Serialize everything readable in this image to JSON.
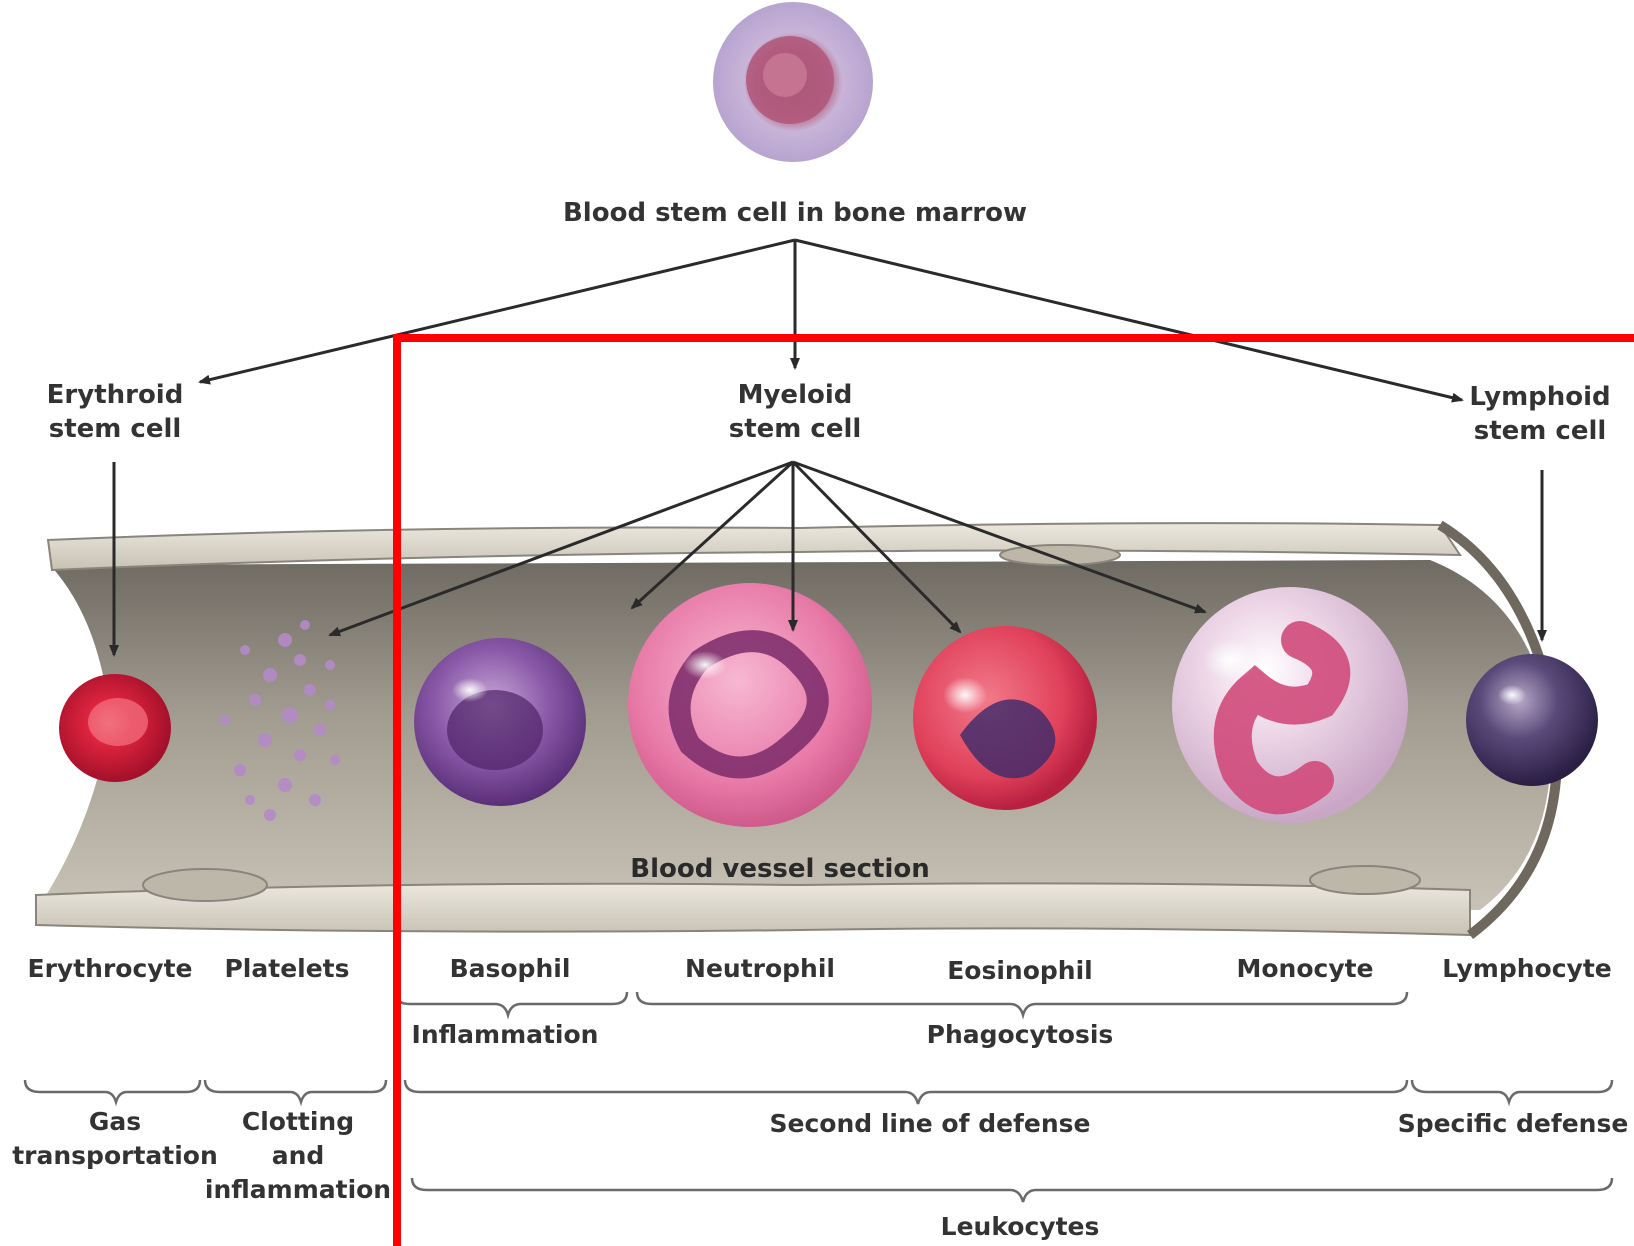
{
  "top": {
    "stem_cell": "Blood stem cell in bone marrow"
  },
  "stem_cells": {
    "erythroid": "Erythroid\nstem cell",
    "myeloid": "Myeloid\nstem cell",
    "lymphoid": "Lymphoid\nstem cell"
  },
  "vessel_label": "Blood vessel section",
  "cells": {
    "erythrocyte": "Erythrocyte",
    "platelets": "Platelets",
    "basophil": "Basophil",
    "neutrophil": "Neutrophil",
    "eosinophil": "Eosinophil",
    "monocyte": "Monocyte",
    "lymphocyte": "Lymphocyte"
  },
  "functions": {
    "inflammation": "Inflammation",
    "phagocytosis": "Phagocytosis",
    "gas": "Gas\ntransportation",
    "clotting": "Clotting\nand\ninflammation",
    "second_line": "Second line of defense",
    "specific": "Specific defense",
    "leukocytes": "Leukocytes"
  },
  "colors": {
    "highlight_box": "#ff0000",
    "vessel_wall": "#d9d4c8",
    "vessel_interior": "#8a857c",
    "text": "#333333",
    "erythrocyte": "#e0243f",
    "neutrophil": "#e87aa8",
    "eosinophil": "#e0405a",
    "basophil": "#6a3a8a",
    "monocyte": "#e8c8dc",
    "lymphocyte": "#3a2a5a",
    "stem_cell": "#b8a0c8"
  }
}
